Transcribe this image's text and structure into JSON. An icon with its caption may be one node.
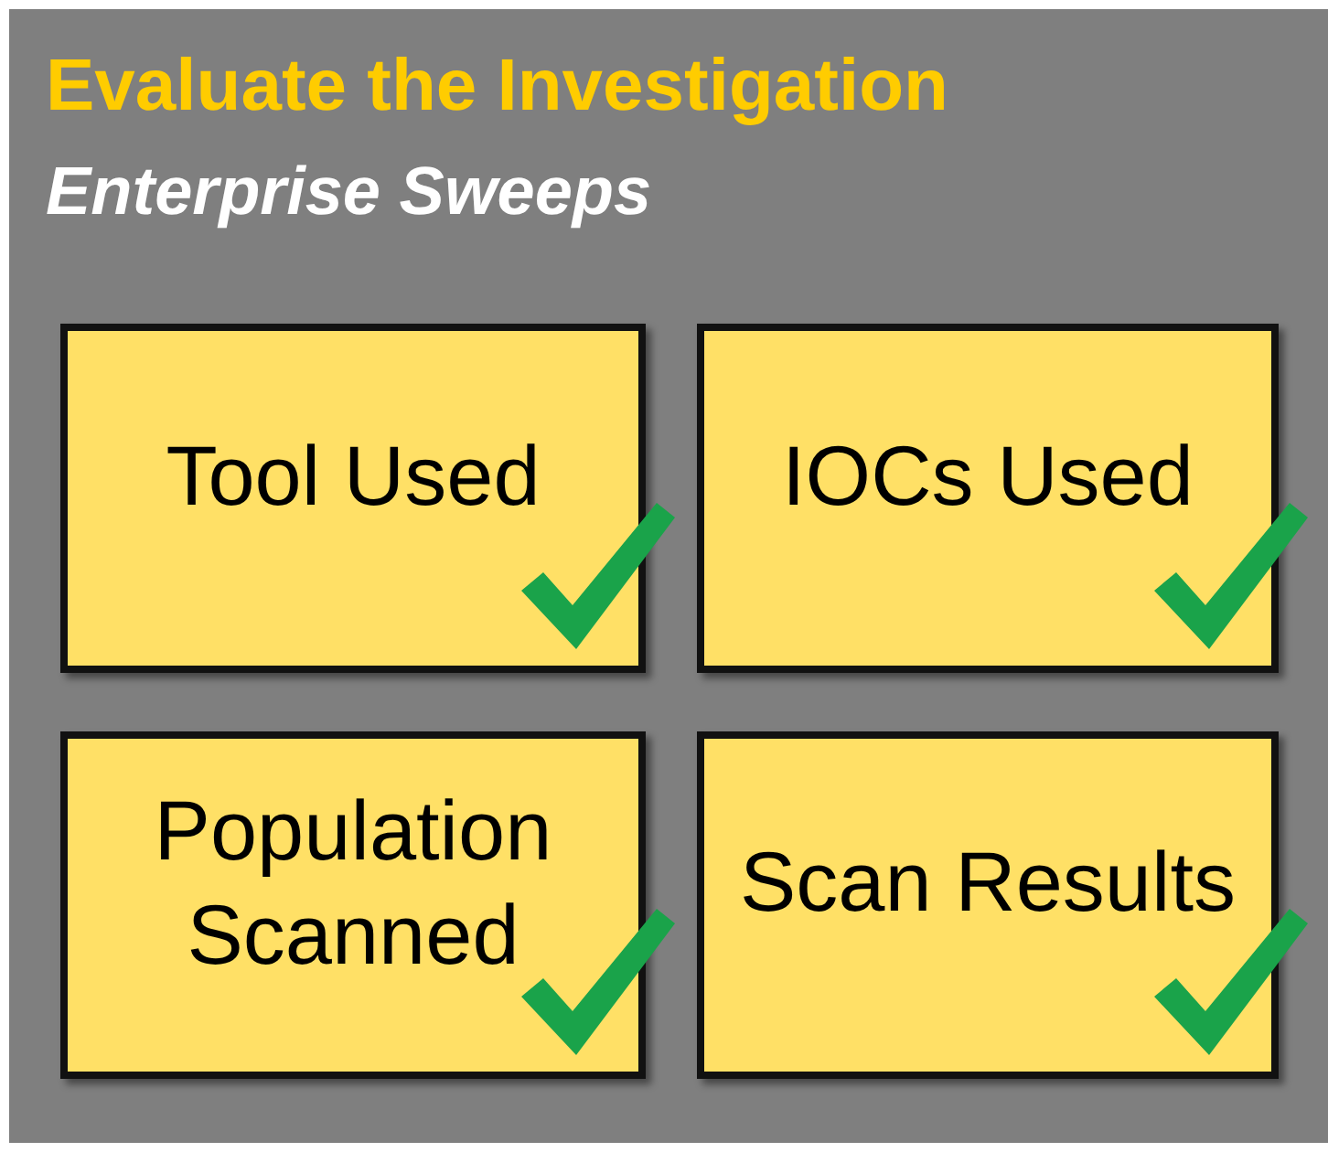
{
  "diagram": {
    "nodes": [
      {
        "text": [
          "Evaluate the Investigation",
          "Enterprise Sweeps"
        ]
      },
      {
        "text": [
          "Tool Used"
        ],
        "in": 0
      },
      {
        "text": [
          "IOCs Used"
        ],
        "in": 0
      },
      {
        "text": [
          "Population Scanned"
        ],
        "in": 0
      },
      {
        "text": [
          "Scan Results"
        ],
        "in": 0
      }
    ],
    "edges": []
  }
}
